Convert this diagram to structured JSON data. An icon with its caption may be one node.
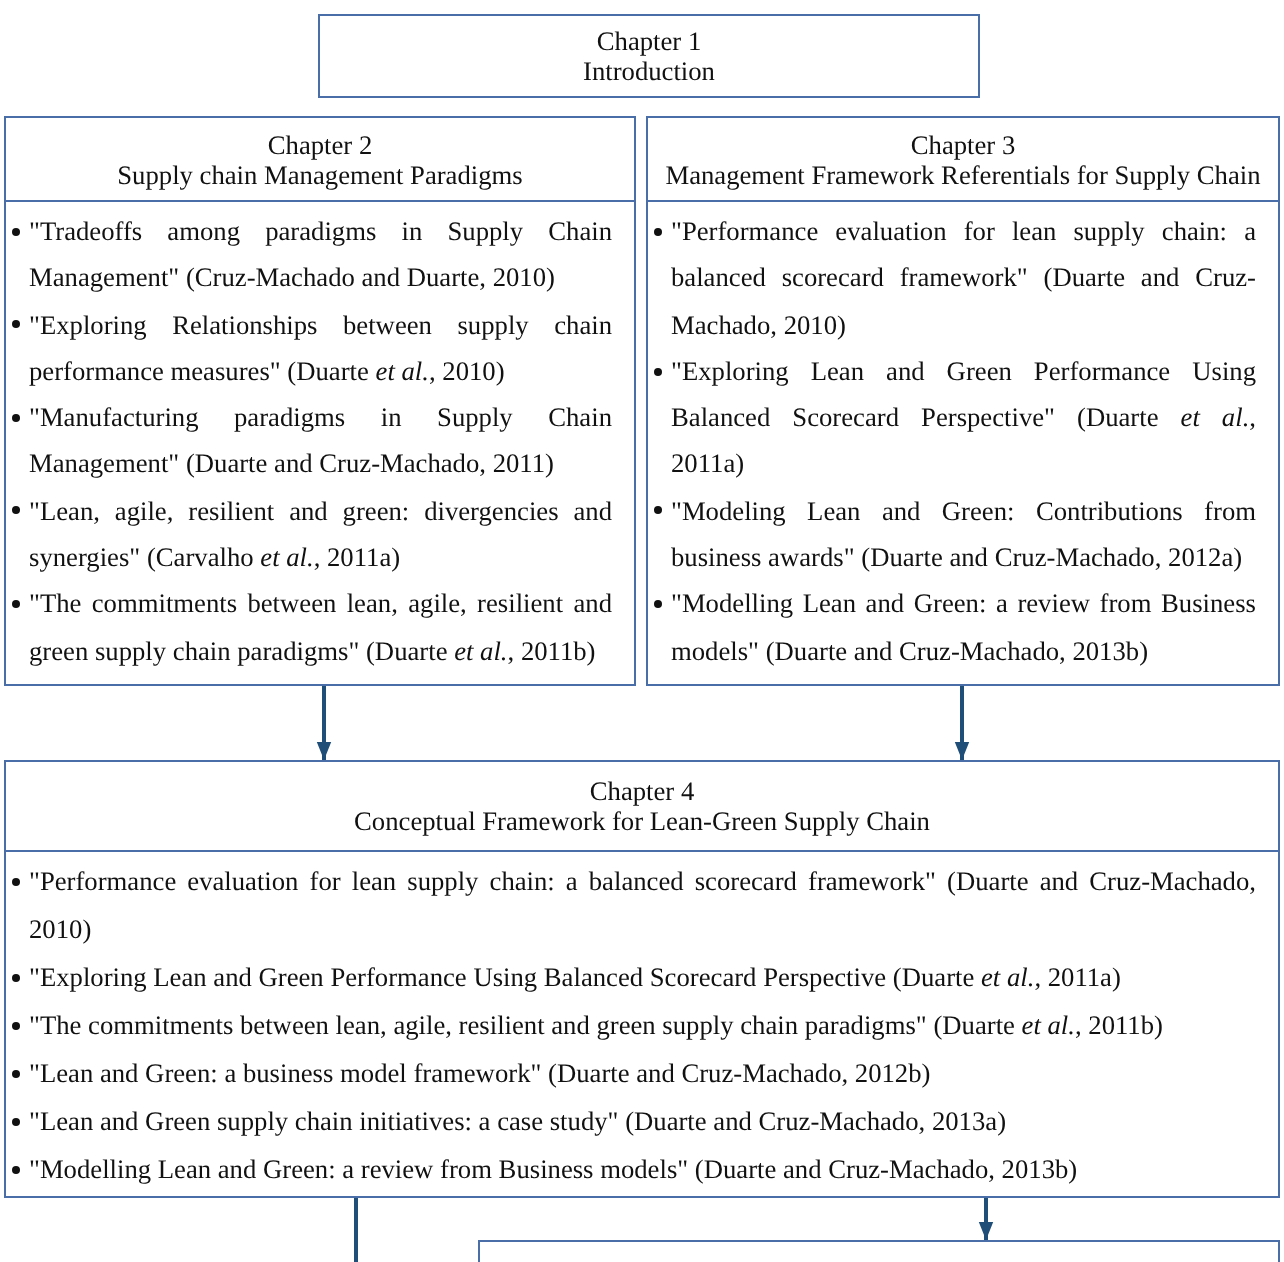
{
  "diagram": {
    "nodes": [
      {
        "text": [
          "Chapter 1",
          "Introduction"
        ]
      },
      {
        "text": [
          "Chapter 2",
          "Supply chain Management Paradigms",
          "\"Tradeoffs among paradigms in Supply Chain Management\" (Cruz-Machado and Duarte, 2010)",
          "\"Exploring Relationships between supply chain performance measures\" (Duarte *et al.*, 2010)",
          "\"Manufacturing paradigms in Supply Chain Management\" (Duarte and Cruz-Machado, 2011)",
          "\"Lean, agile, resilient and green: divergencies and synergies\" (Carvalho *et al.*, 2011a)",
          "\"The commitments between lean, agile, resilient and green supply chain paradigms\" (Duarte *et al.*, 2011b)"
        ]
      },
      {
        "text": [
          "Chapter 3",
          "Management Framework Referentials for Supply Chain",
          "\"Performance evaluation for lean supply chain: a balanced scorecard framework\" (Duarte and Cruz-Machado, 2010)",
          "\"Exploring Lean and Green Performance Using Balanced Scorecard Perspective\" (Duarte *et al.*, 2011a)",
          "\"Modeling Lean and Green: Contributions from business awards\" (Duarte and Cruz-Machado, 2012a)",
          "\"Modelling Lean and Green: a review from Business models\" (Duarte and Cruz-Machado, 2013b)"
        ]
      },
      {
        "text": [
          "Chapter 4",
          "Conceptual Framework for Lean-Green Supply Chain",
          "\"Performance evaluation for lean supply chain: a balanced scorecard framework\" (Duarte and Cruz-Machado, 2010)",
          "\"Exploring Lean and Green Performance Using Balanced Scorecard Perspective (Duarte *et al.*, 2011a)",
          "\"The commitments between lean, agile, resilient and green supply chain paradigms\" (Duarte *et al.*, 2011b)",
          "\"Lean and Green: a business model framework\" (Duarte and Cruz-Machado, 2012b)",
          "\"Lean and Green supply chain initiatives: a case study\" (Duarte and Cruz-Machado, 2013a)",
          "\"Modelling Lean and Green: a review from Business models\" (Duarte and Cruz-Machado, 2013b)"
        ]
      },
      {
        "text": [],
        "shape": "box"
      }
    ],
    "edges": [
      {
        "from": 1,
        "to": 3,
        "arrow": "to"
      },
      {
        "from": 2,
        "to": 3,
        "arrow": "to"
      },
      {
        "from": 3,
        "to": 4,
        "arrow": "to"
      },
      {
        "from": 3,
        "to": null,
        "arrow": "none"
      }
    ]
  }
}
